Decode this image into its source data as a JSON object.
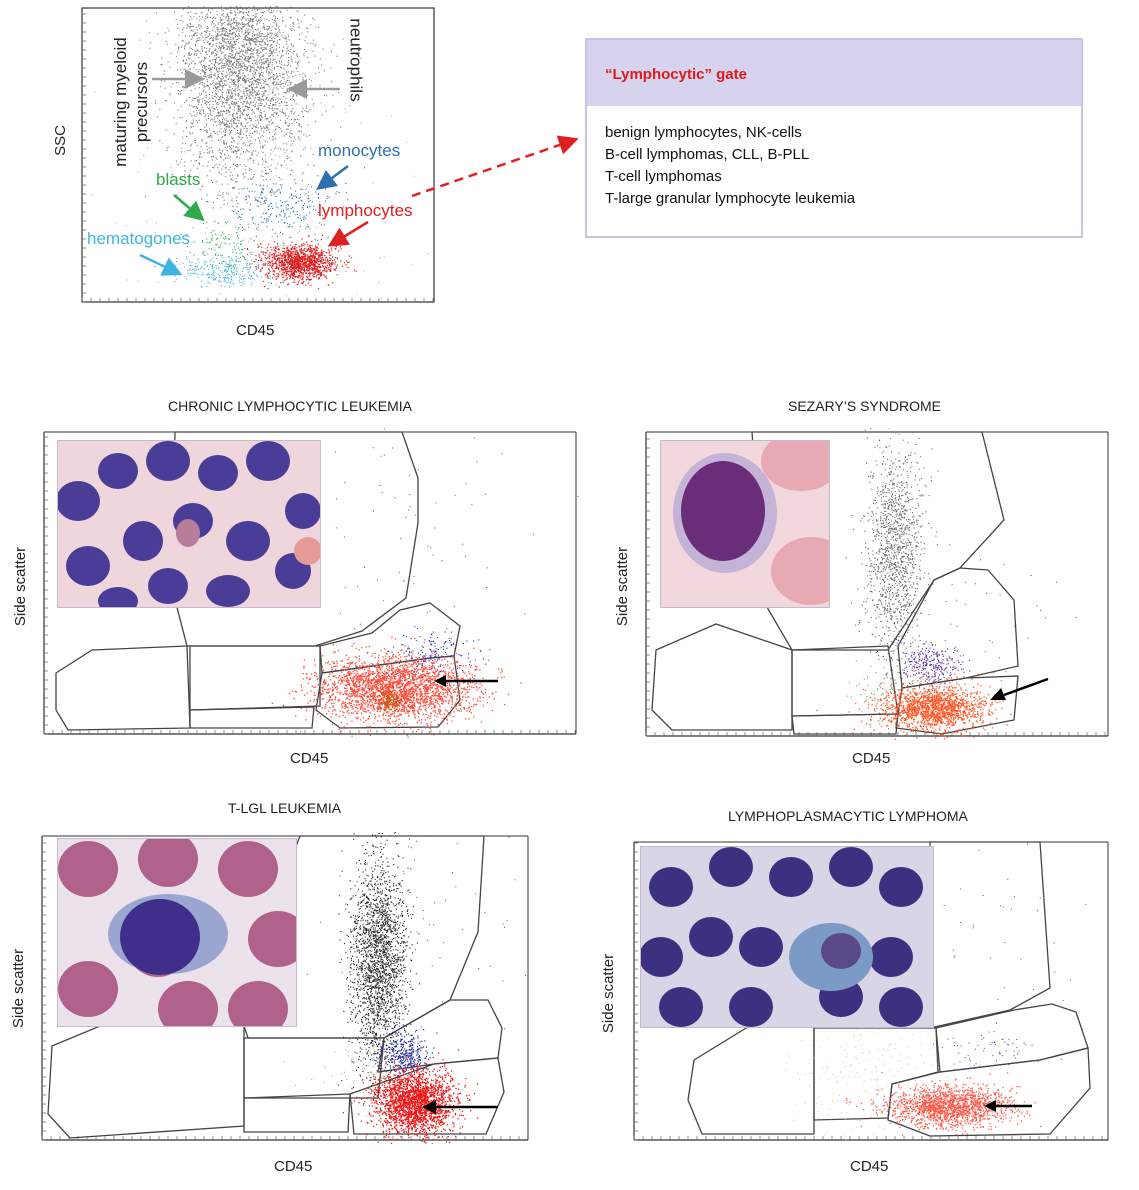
{
  "overview": {
    "xlabel": "CD45",
    "ylabel": "SSC",
    "populations": {
      "maturing_myeloid_precursors_line1": "maturing myeloid",
      "maturing_myeloid_precursors_line2": "precursors",
      "neutrophils": "neutrophils",
      "monocytes": "monocytes",
      "blasts": "blasts",
      "lymphocytes": "lymphocytes",
      "hematogones": "hematogones"
    },
    "colors": {
      "myeloid": "#7a7a7a",
      "monocytes": "#2f6fb0",
      "blasts": "#2eaa4a",
      "lymphocytes": "#e02020",
      "hematogones": "#3fb4e0",
      "myeloid_arrow": "#9a9a9a"
    }
  },
  "gate": {
    "title": "“Lymphocytic” gate",
    "items": [
      "benign lymphocytes, NK-cells",
      "B-cell lymphomas, CLL, B-PLL",
      "T-cell lymphomas",
      "T-large granular lymphocyte leukemia"
    ],
    "header_color": "#d7d3ee",
    "title_color": "#e01a1a"
  },
  "panels": [
    {
      "title": "CHRONIC LYMPHOCYTIC LEUKEMIA",
      "xlabel": "CD45",
      "ylabel": "Side scatter"
    },
    {
      "title": "SEZARY’S SYNDROME",
      "xlabel": "CD45",
      "ylabel": "Side scatter"
    },
    {
      "title": "T-LGL LEUKEMIA",
      "xlabel": "CD45",
      "ylabel": "Side scatter"
    },
    {
      "title": "LYMPHOPLASMACYTIC LYMPHOMA",
      "xlabel": "CD45",
      "ylabel": "Side scatter"
    }
  ]
}
